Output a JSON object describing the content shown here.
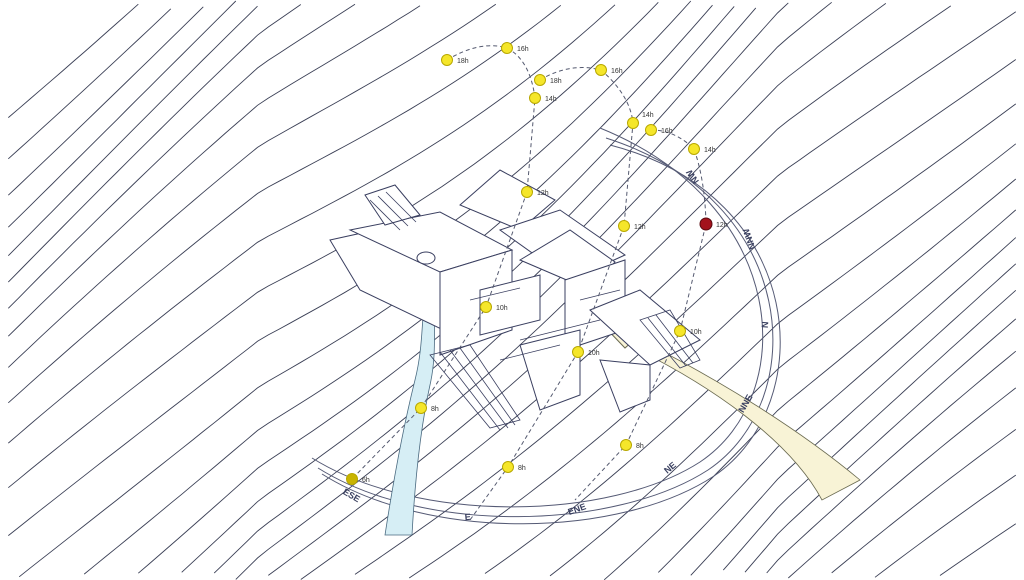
{
  "diagram": {
    "compass_labels": [
      "ESE",
      "E",
      "ENE",
      "NE",
      "NNE",
      "N",
      "NNW",
      "NW"
    ],
    "sun_positions": [
      {
        "label": "18h",
        "color": "#f5e62a"
      },
      {
        "label": "16h",
        "color": "#f5e62a"
      },
      {
        "label": "18h",
        "color": "#f5e62a"
      },
      {
        "label": "14h",
        "color": "#f5e62a"
      },
      {
        "label": "12h",
        "color": "#f5e62a"
      },
      {
        "label": "10h",
        "color": "#f5e62a"
      },
      {
        "label": "8h",
        "color": "#f5e62a"
      },
      {
        "label": "6h",
        "color": "#c9b400"
      },
      {
        "label": "16h",
        "color": "#f5e62a"
      },
      {
        "label": "14h",
        "color": "#f5e62a"
      },
      {
        "label": "12h",
        "color": "#f5e62a"
      },
      {
        "label": "10h",
        "color": "#f5e62a"
      },
      {
        "label": "8h",
        "color": "#f5e62a"
      },
      {
        "label": "16h",
        "color": "#f5e62a"
      },
      {
        "label": "14h",
        "color": "#f5e62a"
      },
      {
        "label": "12h",
        "color": "#a3121c"
      },
      {
        "label": "10h",
        "color": "#f5e62a"
      },
      {
        "label": "8h",
        "color": "#f5e62a"
      }
    ],
    "colors": {
      "wind_arrow_cool": "#d6eef5",
      "wind_arrow_warm": "#f8f3d6",
      "sun": "#f5e62a",
      "sun_highlight": "#a3121c"
    }
  }
}
